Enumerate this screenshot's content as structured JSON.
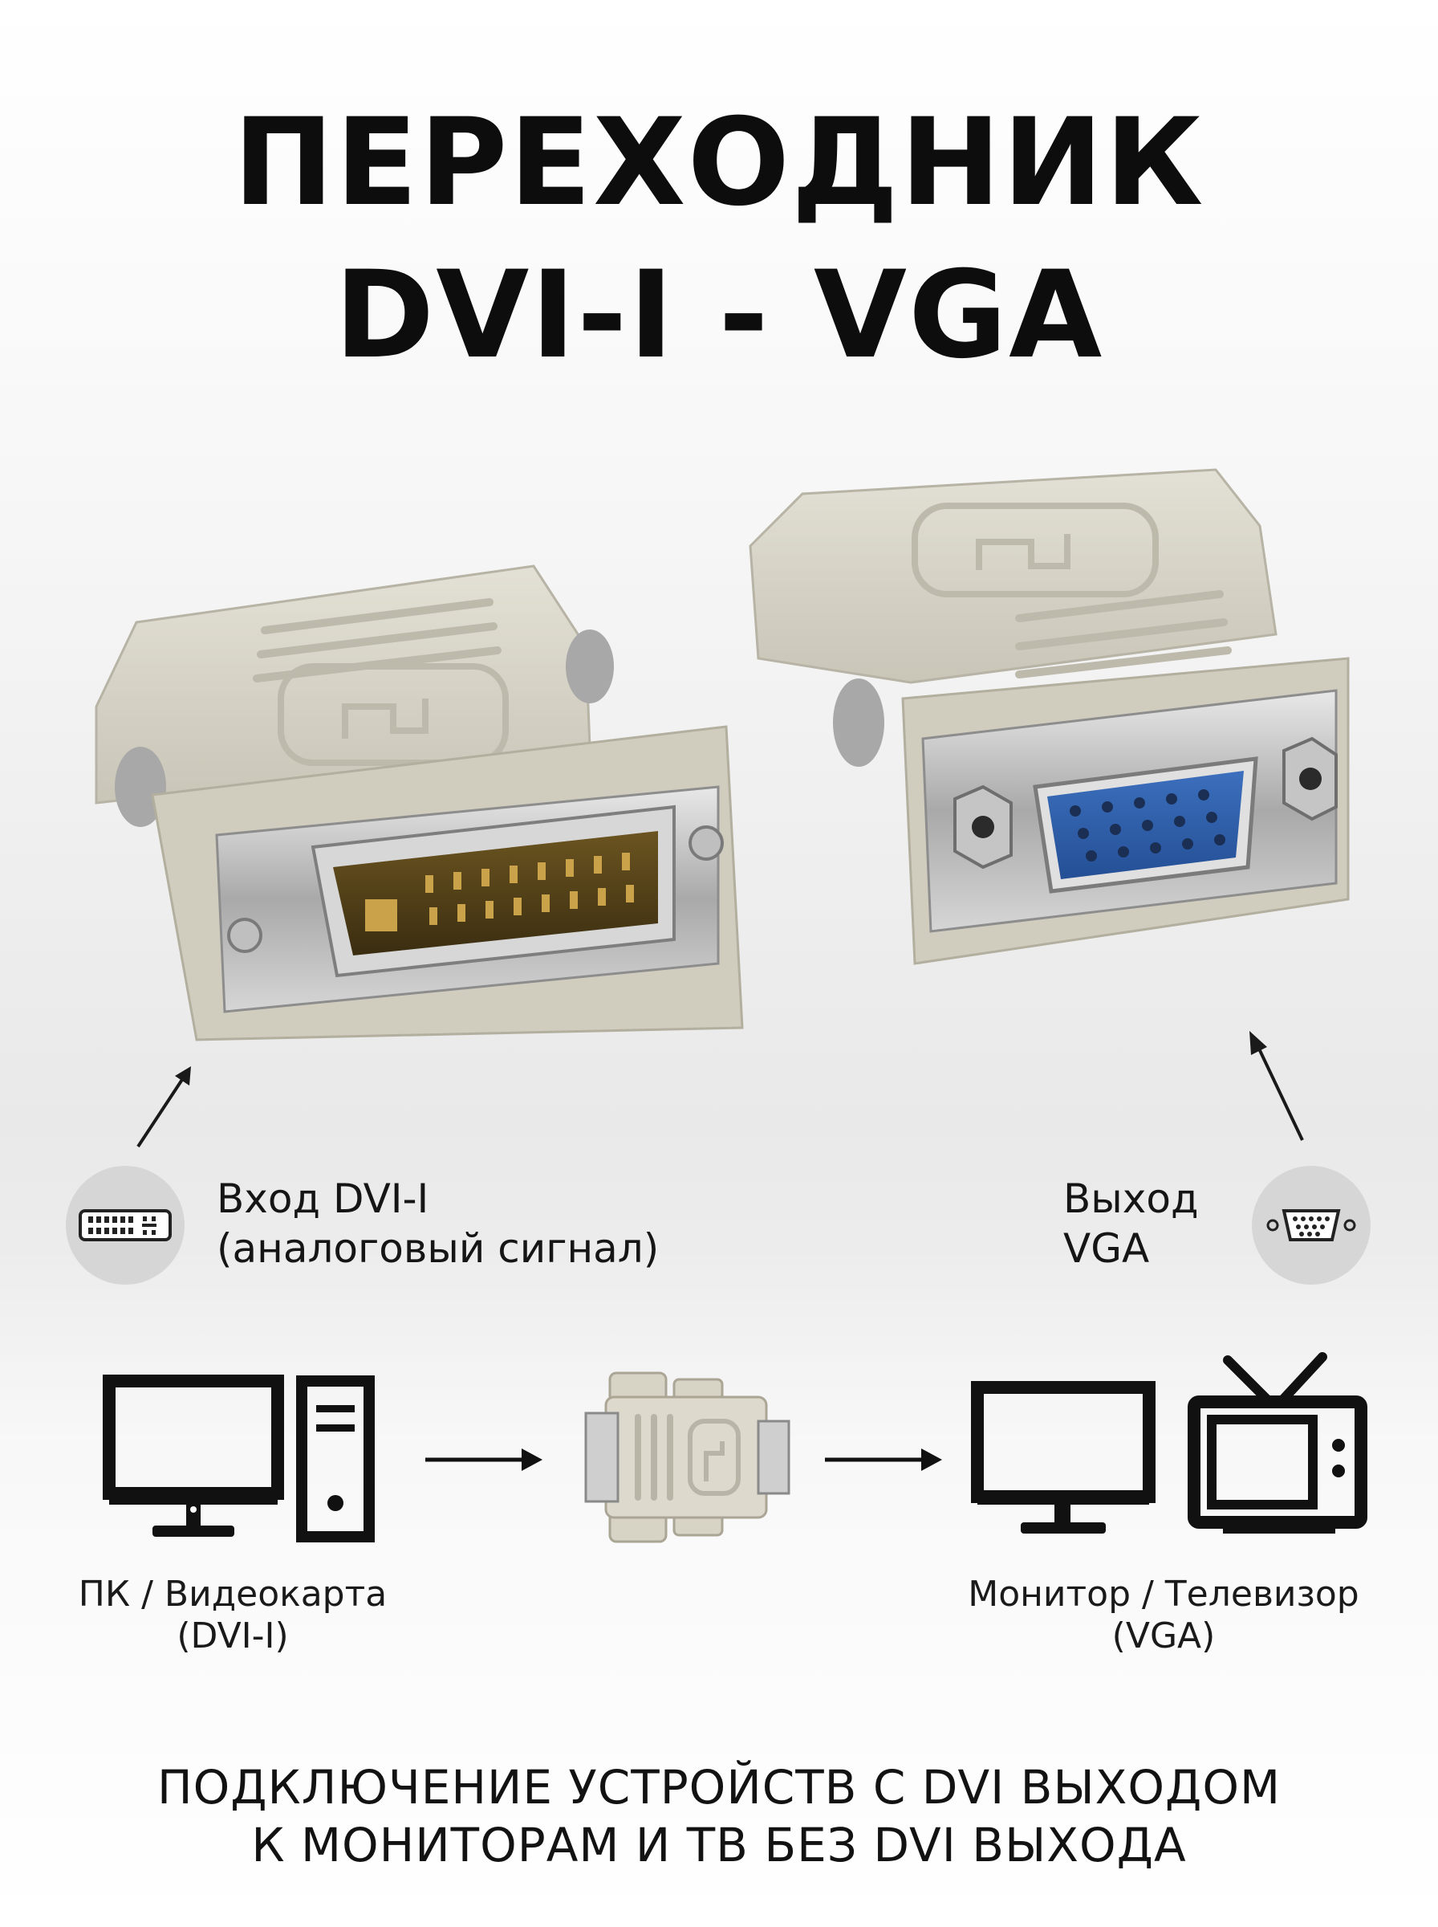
{
  "title": {
    "line1": "ПЕРЕХОДНИК",
    "line2": "DVI-I - VGA"
  },
  "input": {
    "icon": "dvi-port-icon",
    "line1": "Вход DVI-I",
    "line2": "(аналоговый сигнал)"
  },
  "output": {
    "icon": "vga-port-icon",
    "line1": "Выход",
    "line2": "VGA"
  },
  "flow": {
    "source_line1": "ПК / Видеокарта",
    "source_line2": "(DVI-I)",
    "target_line1": "Монитор / Телевизор",
    "target_line2": "(VGA)"
  },
  "bottom": {
    "line1": "ПОДКЛЮЧЕНИЕ УСТРОЙСТВ С DVI ВЫХОДОМ",
    "line2": "К МОНИТОРАМ И ТВ БЕЗ DVI ВЫХОДА"
  },
  "colors": {
    "adapter_body": "#d9d5c8",
    "vga_port": "#2f5fa8",
    "pins": "#b08a2e",
    "text": "#111111"
  }
}
